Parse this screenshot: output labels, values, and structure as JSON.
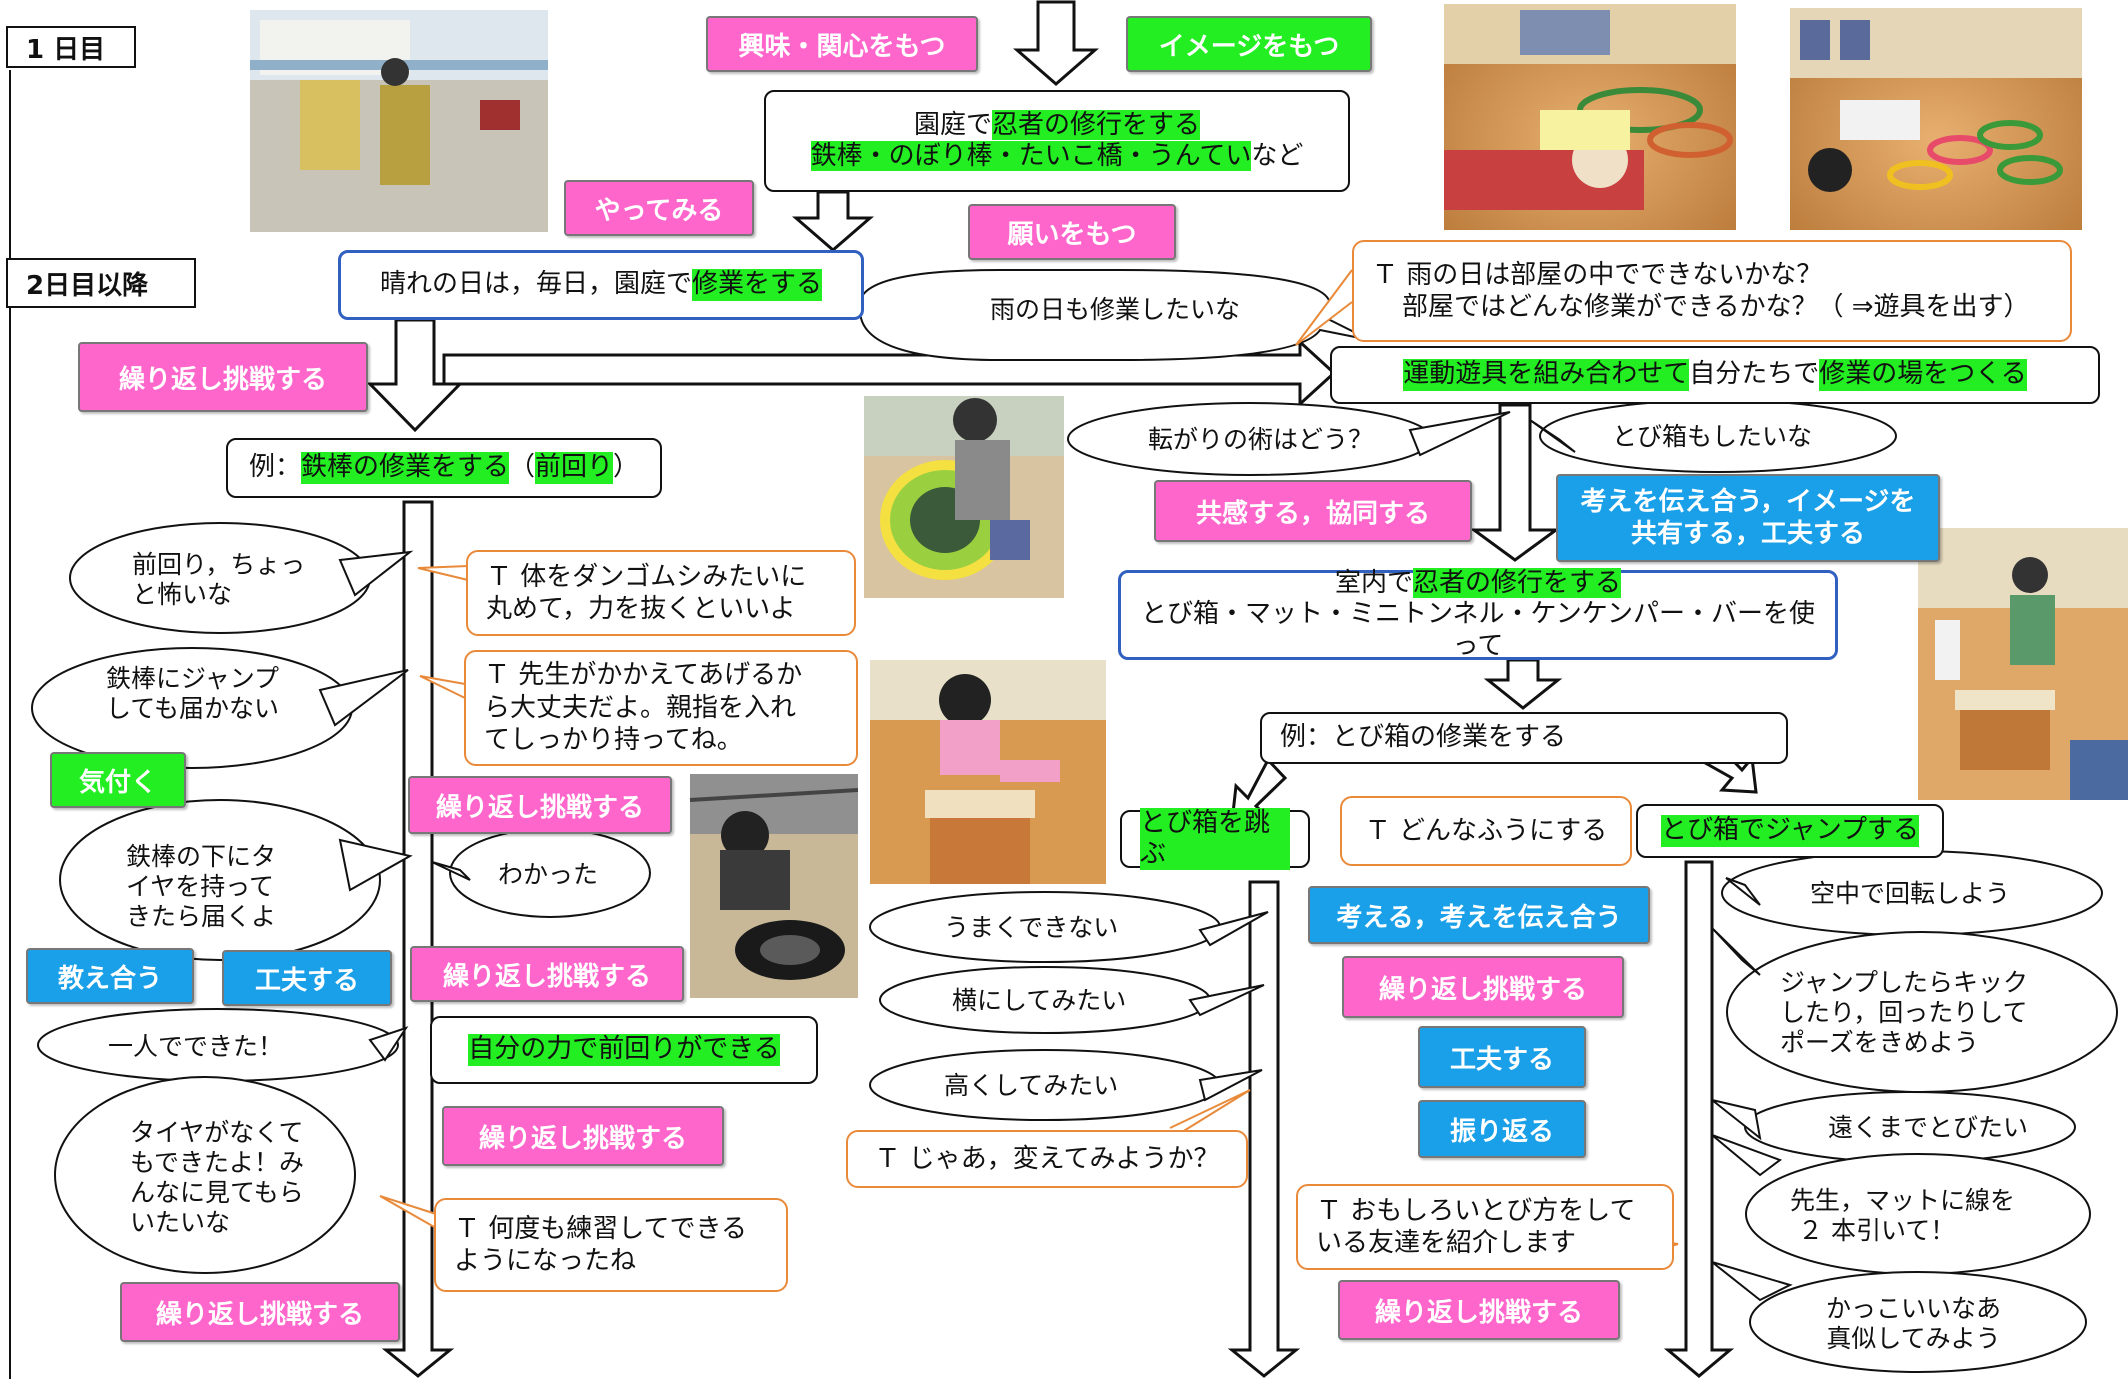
{
  "labels": {
    "day1": "1 日目",
    "day2": "2日目以降"
  },
  "tags": {
    "kyomi": "興味・関心をもつ",
    "image": "イメージをもつ",
    "yattemiru": "やってみる",
    "negai": "願いをもつ",
    "kurikaeshi": "繰り返し挑戦する",
    "kizuku": "気付く",
    "oshieau": "教え合う",
    "kufu": "工夫する",
    "kyokan": "共感する，協同する",
    "kangae_l1": "考えを伝え合う，イメージを",
    "kangae_l2": "共有する，工夫する",
    "kangaeru": "考える，考えを伝え合う",
    "furikaeru": "振り返る"
  },
  "boxes": {
    "entei_l1_pre": "園庭で",
    "entei_l1_hl": "忍者の修行をする",
    "entei_l2_hl": "鉄棒・のぼり棒・たいこ橋・うんてい",
    "entei_l2_post": "など",
    "hare_pre": "晴れの日は，毎日，園庭で",
    "hare_hl": "修業をする",
    "rei1_pre": "例：",
    "rei1_hl1": "鉄棒の修業をする",
    "rei1_mid": "（",
    "rei1_hl2": "前回り",
    "rei1_post": "）",
    "undo_hl1": "運動遊具を組み合わせて",
    "undo_mid": "自分たちで",
    "undo_hl2": "修業の場をつくる",
    "shitsunai_l1_pre": "室内で",
    "shitsunai_l1_hl": "忍者の修行をする",
    "shitsunai_l2": "とび箱・マット・ミニトンネル・ケンケンパー・バーを使って",
    "rei2": "例：とび箱の修業をする",
    "jiriki": "自分の力で前回りができる",
    "tobibako_tobu": "とび箱を跳ぶ",
    "tobibako_jump": "とび箱でジャンプする"
  },
  "teacher": {
    "t1_l1": "Ｔ 体をダンゴムシみたいに",
    "t1_l2": "丸めて，力を抜くといいよ",
    "t2_l1": "Ｔ 先生がかかえてあげるか",
    "t2_l2": "ら大丈夫だよ。親指を入れ",
    "t2_l3": "てしっかり持ってね。",
    "t3_l1": "Ｔ 何度も練習してできる",
    "t3_l2": "ようになったね",
    "t4_l1": "Ｔ 雨の日は部屋の中でできないかな？",
    "t4_l2": "部屋ではどんな修業ができるかな？（ ⇒遊具を出す）",
    "t5": "Ｔ じゃあ，変えてみようか？",
    "t6": "Ｔ どんなふうにする",
    "t7_l1": "Ｔ おもしろいとび方をして",
    "t7_l2": "いる友達を紹介します"
  },
  "bubbles": {
    "ame": "雨の日も修業したいな",
    "maemawari_l1": "前回り，ちょっ",
    "maemawari_l2": "と怖いな",
    "jump_l1": "鉄棒にジャンプ",
    "jump_l2": "しても届かない",
    "taiya_l1": "鉄棒の下にタ",
    "taiya_l2": "イヤを持って",
    "taiya_l3": "きたら届くよ",
    "wakatta": "わかった",
    "hitori": "一人でできた！",
    "nakute_l1": "タイヤがなくて",
    "nakute_l2": "もできたよ！み",
    "nakute_l3": "んなに見てもら",
    "nakute_l4": "いたいな",
    "korogari": "転がりの術はどう？",
    "tobibako_shitai": "とび箱もしたいな",
    "umaku": "うまくできない",
    "yoko": "横にしてみたい",
    "takaku": "高くしてみたい",
    "kuchu": "空中で回転しよう",
    "kick_l1": "ジャンプしたらキック",
    "kick_l2": "したり，回ったりして",
    "kick_l3": "ポーズをきめよう",
    "tooku": "遠くまでとびたい",
    "sen_l1": "先生，マットに線を",
    "sen_l2": "２ 本引いて！",
    "kakkoii_l1": "かっこいいなあ",
    "kakkoii_l2": "真似してみよう"
  },
  "colors": {
    "pink": "#ff66cc",
    "green": "#22ee22",
    "blue": "#1aa0e8",
    "teacher_border": "#e88a3a",
    "box_blue_border": "#3060c0"
  }
}
